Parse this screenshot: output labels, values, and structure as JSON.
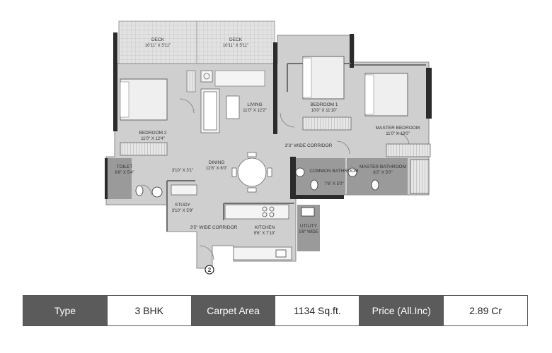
{
  "floor_plan": {
    "rooms": [
      {
        "name": "DECK",
        "dims": "10'11\" X 5'11\""
      },
      {
        "name": "DECK",
        "dims": "10'11\" X 5'11\""
      },
      {
        "name": "BEDROOM 1",
        "dims": "10'0\" X 11'10\""
      },
      {
        "name": "MASTER BEDROOM",
        "dims": "11'0\" X 13'0\""
      },
      {
        "name": "LIVING",
        "dims": "11'0\" X 12'2\""
      },
      {
        "name": "BEDROOM 2",
        "dims": "11'0\" X 12'4\""
      },
      {
        "name": "3'3\" WIDE CORRIDOR",
        "dims": ""
      },
      {
        "name": "DINING",
        "dims": "12'8\" X 6'0\""
      },
      {
        "name": "TOILET",
        "dims": "8'6\" X 5'4\""
      },
      {
        "name": "COMMON BATHROOM",
        "dims": "7'6\" X 5'0\""
      },
      {
        "name": "MASTER BATHROOM",
        "dims": "8'2\" X 5'0\""
      },
      {
        "name": "STUDY",
        "dims": "3'10\" X 5'9\""
      },
      {
        "name": "3'5\" WIDE CORRIDOR",
        "dims": ""
      },
      {
        "name": "KITCHEN",
        "dims": "9'6\" X 7'10\""
      },
      {
        "name": "UTILITY",
        "dims": "5'8\" WIDE"
      }
    ],
    "misc_dimension": "3'10\" X 3'1\"",
    "unit_marker": "2"
  },
  "info": {
    "type_label": "Type",
    "type_value": "3 BHK",
    "area_label": "Carpet  Area",
    "area_value": "1134 Sq.ft.",
    "price_label": "Price (All.Inc)",
    "price_value": "2.89 Cr"
  }
}
